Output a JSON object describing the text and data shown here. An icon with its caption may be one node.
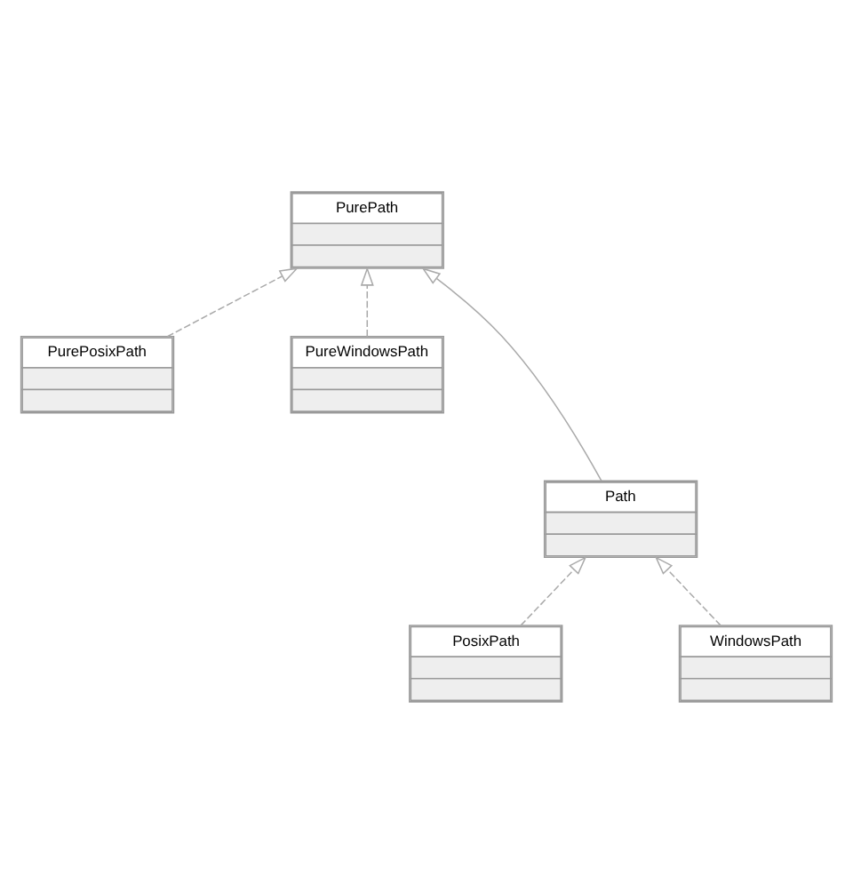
{
  "diagram": {
    "nodes": [
      {
        "text": [
          "PurePath"
        ]
      },
      {
        "text": [
          "PurePosixPath"
        ]
      },
      {
        "text": [
          "PureWindowsPath"
        ]
      },
      {
        "text": [
          "Path"
        ]
      },
      {
        "text": [
          "PosixPath"
        ]
      },
      {
        "text": [
          "WindowsPath"
        ]
      }
    ],
    "edges": [
      {
        "from": 1,
        "to": 0,
        "arrow": "to",
        "style": "dashed"
      },
      {
        "from": 2,
        "to": 0,
        "arrow": "to",
        "style": "dashed"
      },
      {
        "from": 3,
        "to": 0,
        "arrow": "to"
      },
      {
        "from": 4,
        "to": 3,
        "arrow": "to",
        "style": "dashed"
      },
      {
        "from": 5,
        "to": 3,
        "arrow": "to",
        "style": "dashed"
      }
    ]
  }
}
